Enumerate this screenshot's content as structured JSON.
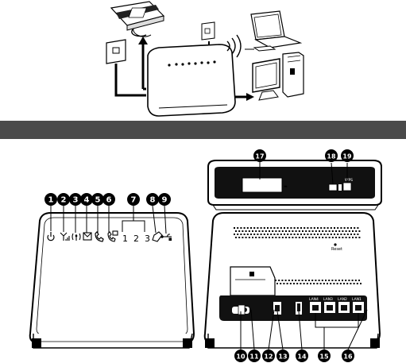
{
  "callouts": {
    "front": [
      "1",
      "2",
      "3",
      "4",
      "5",
      "6",
      "7",
      "8",
      "9"
    ],
    "top": [
      "17",
      "18",
      "19"
    ],
    "rear": [
      "10",
      "11",
      "12",
      "13",
      "14",
      "15",
      "16"
    ]
  },
  "panel_labels": {
    "reset": "Reset",
    "wps": "WPS",
    "lan_ports": [
      "LAN4",
      "LAN3",
      "LAN2",
      "LAN1"
    ],
    "ind_digits": [
      "1",
      "2",
      "3"
    ]
  },
  "icons": {
    "power": "power-icon",
    "signal": "signal-icon",
    "wifi": "wifi-icon",
    "message": "message-icon",
    "phone": "phone-icon",
    "voicemail": "voicemail-icon",
    "sim": "sim-icon",
    "usb": "usb-icon"
  },
  "colors": {
    "band": "#4a4a4a",
    "callout": "#000000",
    "line": "#000000"
  }
}
